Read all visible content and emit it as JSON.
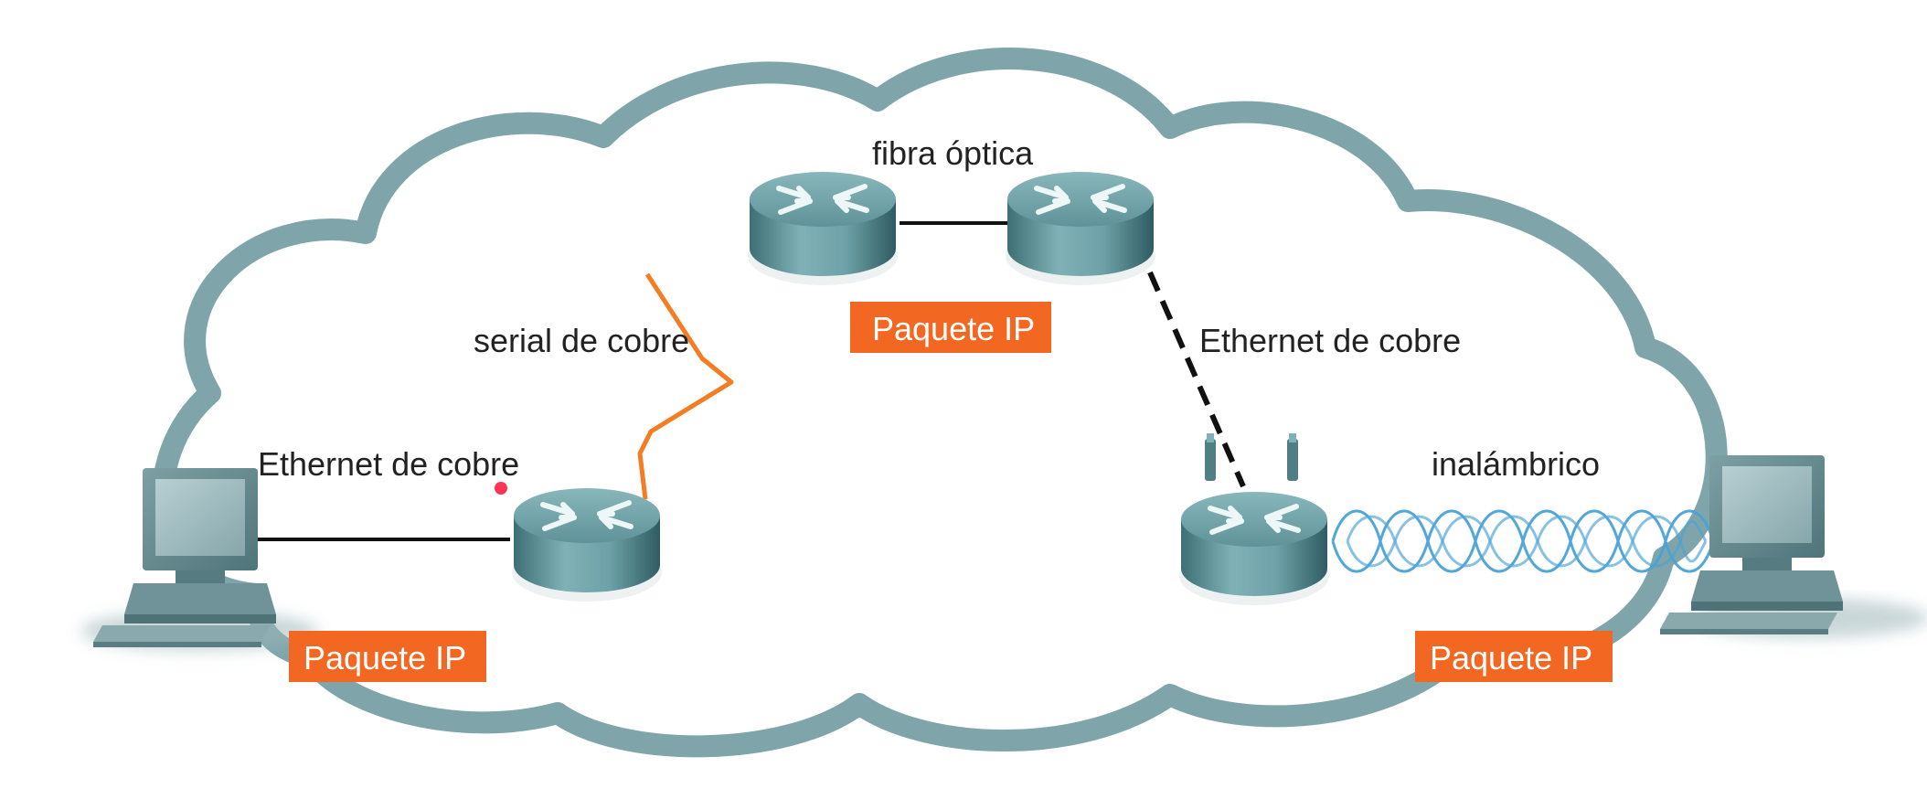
{
  "diagram": {
    "labels": {
      "fiber": "fibra óptica",
      "serial": "serial de cobre",
      "ethernet_right": "Ethernet de cobre",
      "ethernet_left": "Ethernet de cobre",
      "wireless": "inalámbrico"
    },
    "packets": {
      "top": "Paquete IP",
      "left": "Paquete IP",
      "right": "Paquete IP"
    },
    "colors": {
      "cloud_stroke": "#7fa5aa",
      "router": "#5d8f94",
      "serial_link": "#f47d24",
      "packet_bg": "#f26722",
      "wireless": "#4aa3d6",
      "link": "#111111"
    }
  }
}
